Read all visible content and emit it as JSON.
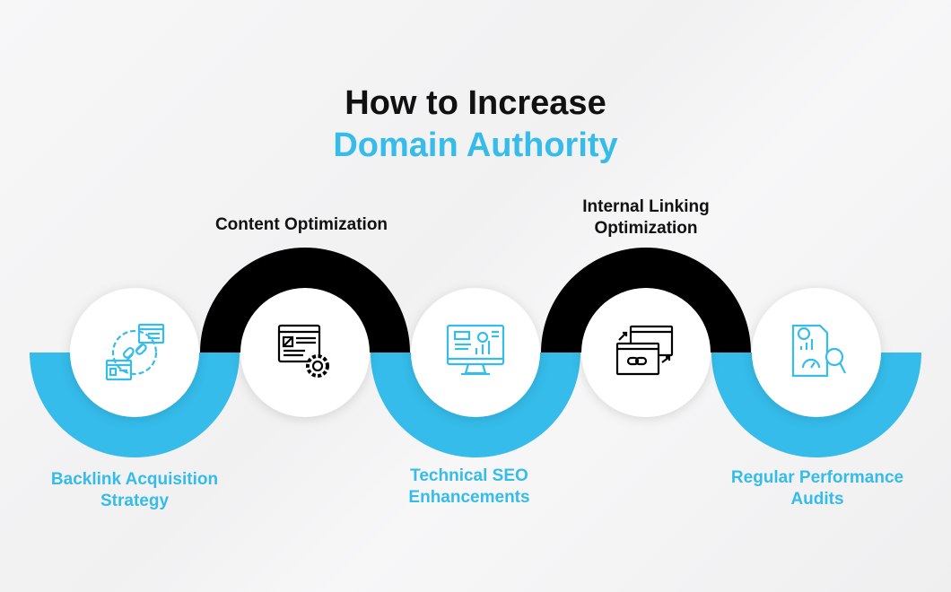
{
  "title": {
    "line1": "How to Increase",
    "line2": "Domain Authority"
  },
  "steps": [
    {
      "label": "Backlink Acquisition Strategy",
      "line1": "Backlink Acquisition",
      "line2": "Strategy",
      "icon": "link-building-icon",
      "color": "#35BCEA"
    },
    {
      "label": "Content Optimization",
      "line1": "Content Optimization",
      "icon": "content-settings-icon",
      "color": "#000000"
    },
    {
      "label": "Technical SEO Enhancements",
      "line1": "Technical SEO",
      "line2": "Enhancements",
      "icon": "monitor-analytics-icon",
      "color": "#35BCEA"
    },
    {
      "label": "Internal Linking Optimization",
      "line1": "Internal Linking",
      "line2": "Optimization",
      "icon": "linked-pages-icon",
      "color": "#000000"
    },
    {
      "label": "Regular Performance Audits",
      "line1": "Regular Performance",
      "line2": "Audits",
      "icon": "audit-report-icon",
      "color": "#35BCEA"
    }
  ],
  "colors": {
    "accent": "#35BCEA",
    "dark": "#000000",
    "title": "#111111"
  }
}
